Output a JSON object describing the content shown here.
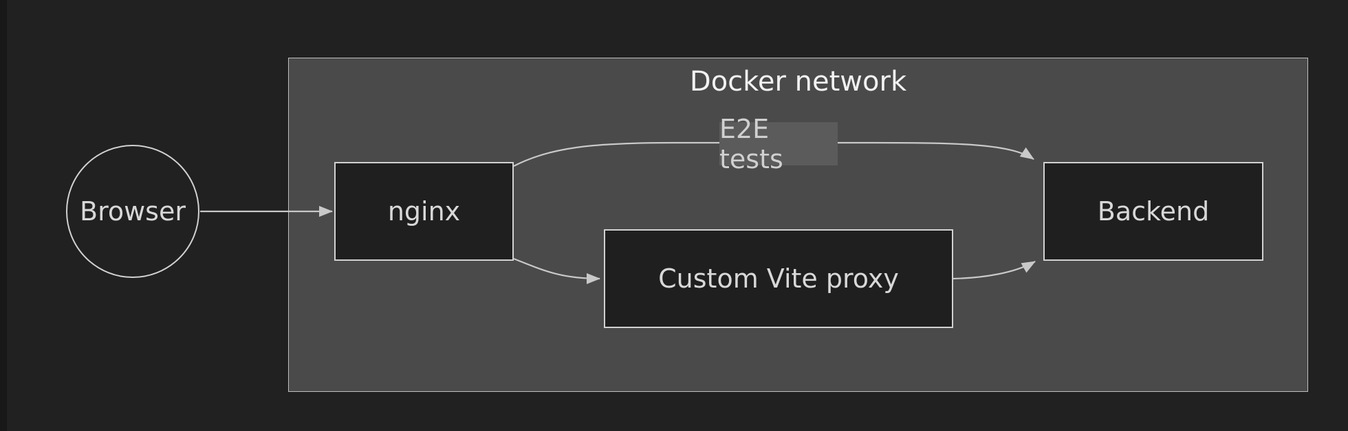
{
  "diagram": {
    "title": "Docker network",
    "nodes": [
      {
        "id": "browser",
        "label": "Browser",
        "shape": "circle",
        "inside_docker_network": false
      },
      {
        "id": "nginx",
        "label": "nginx",
        "shape": "rect",
        "inside_docker_network": true
      },
      {
        "id": "vite-proxy",
        "label": "Custom Vite proxy",
        "shape": "rect",
        "inside_docker_network": true
      },
      {
        "id": "backend",
        "label": "Backend",
        "shape": "rect",
        "inside_docker_network": true
      }
    ],
    "edges": [
      {
        "from": "browser",
        "to": "nginx",
        "label": ""
      },
      {
        "from": "nginx",
        "to": "backend",
        "label": "E2E tests"
      },
      {
        "from": "nginx",
        "to": "vite-proxy",
        "label": ""
      },
      {
        "from": "vite-proxy",
        "to": "backend",
        "label": ""
      }
    ]
  },
  "colors": {
    "page_bg": "#212121",
    "edge_strip": "#181818",
    "docker_bg": "#4a4a4a",
    "docker_border": "#c0c0c0",
    "node_bg": "#1f1f1f",
    "node_border": "#d2d2d2",
    "arrow": "#c9c9c9",
    "title_text": "#f2f2f2",
    "node_text": "#d8d8d8",
    "e2e_bg": "#5b5b5b",
    "e2e_text": "#d0d0d0"
  }
}
